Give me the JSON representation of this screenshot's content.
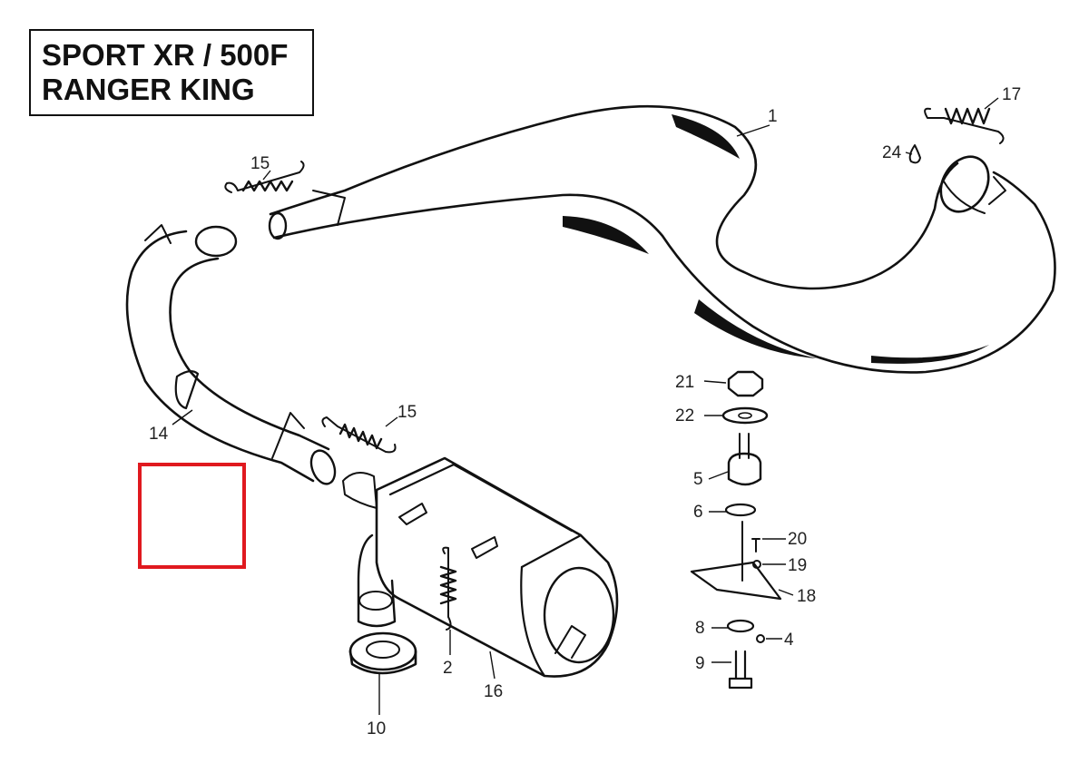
{
  "title": {
    "line1": "SPORT XR / 500F",
    "line2": "RANGER KING"
  },
  "callouts": {
    "c1": "1",
    "c2": "2",
    "c4": "4",
    "c5": "5",
    "c6": "6",
    "c8": "8",
    "c9": "9",
    "c10": "10",
    "c14": "14",
    "c15a": "15",
    "c15b": "15",
    "c16": "16",
    "c17": "17",
    "c18": "18",
    "c19": "19",
    "c20": "20",
    "c21": "21",
    "c22": "22",
    "c24": "24"
  },
  "colors": {
    "line": "#111111",
    "highlight_box": "#e0191f",
    "background": "#ffffff"
  }
}
